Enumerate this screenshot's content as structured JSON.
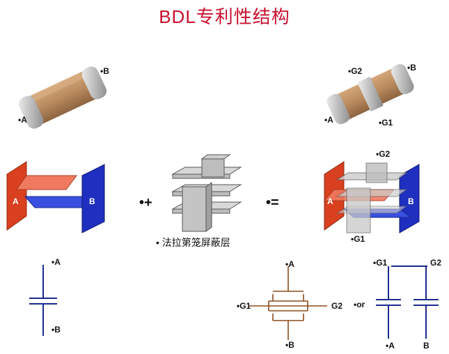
{
  "title": "BDL专利性结构",
  "labels": {
    "chip_a": "•A",
    "chip_b": "•B",
    "chip2_a": "•A",
    "chip2_b": "•B",
    "chip2_g1": "•G1",
    "chip2_g2": "•G2",
    "plates_a": "A",
    "plates_b": "B",
    "result_a": "A",
    "result_b": "B",
    "result_g1": "•G1",
    "result_g2": "•G2",
    "plus": "•+",
    "equals": "•=",
    "cage_caption": "• 法拉第笼屏蔽层",
    "sch1_a": "•A",
    "sch1_b": "•B",
    "sch2_a": "•A",
    "sch2_b": "•B",
    "sch2_g1": "•G1",
    "sch2_g2": "G2",
    "or": "•or",
    "sch3_g1": "•G1",
    "sch3_g2": "G2",
    "sch3_a": "•A",
    "sch3_b": "B"
  },
  "colors": {
    "title": "#c8102e",
    "electrode_a": "#d9401f",
    "electrode_b": "#1f2fbf",
    "chip_body": "#b88a5e",
    "chip_end": "#c9c9c9",
    "schematic_blue": "#1a2a8f",
    "schematic_brown": "#8b4a1c"
  }
}
